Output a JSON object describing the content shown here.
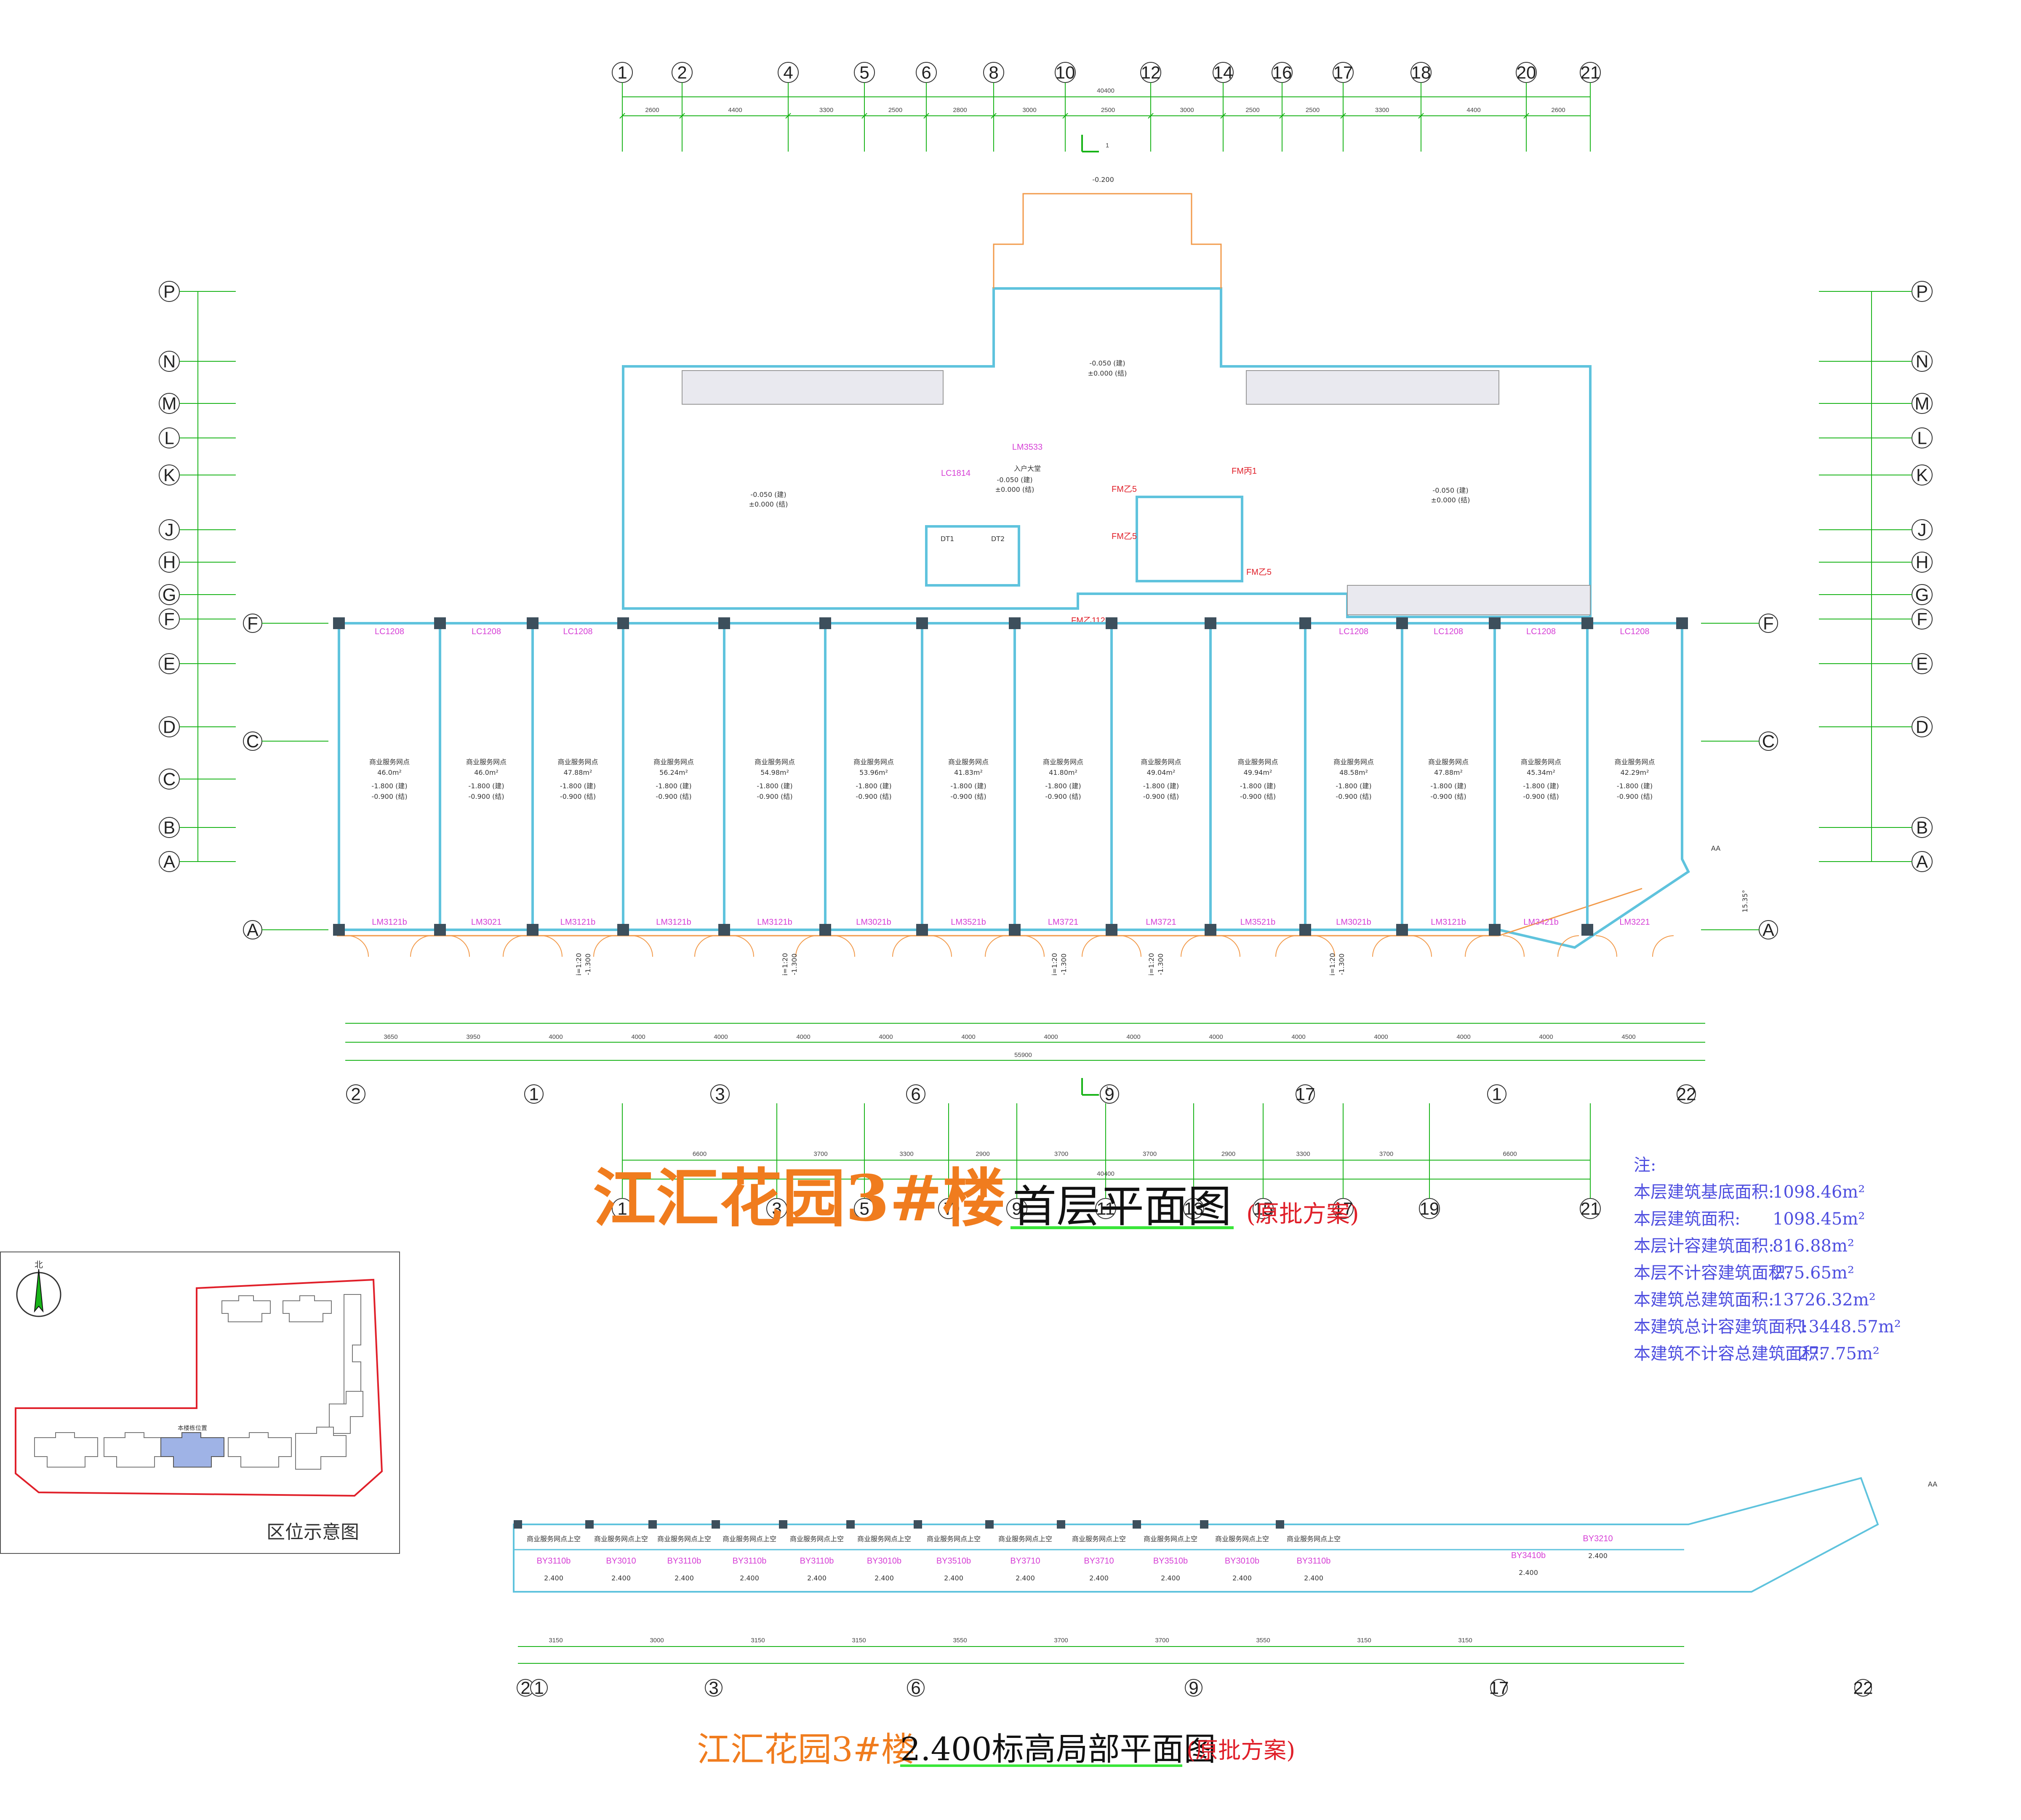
{
  "titles": {
    "main": "江汇花园3#楼",
    "main_sub": "首层平面图",
    "main_note": "(原批方案)",
    "second": "江汇花园3#楼",
    "second_sub": "2.400标高局部平面图",
    "second_note": "(原批方案)"
  },
  "notes": {
    "header": "注:",
    "rows": [
      {
        "label": "本层建筑基底面积:",
        "value": "1098.46m²"
      },
      {
        "label": "本层建筑面积:",
        "value": "1098.45m²"
      },
      {
        "label": "本层计容建筑面积:",
        "value": "816.88m²"
      },
      {
        "label": "本层不计容建筑面积:",
        "value": "275.65m²"
      },
      {
        "label": "本建筑总建筑面积:",
        "value": "13726.32m²"
      },
      {
        "label": "本建筑总计容建筑面积:",
        "value": "13448.57m²"
      },
      {
        "label": "本建筑不计容总建筑面积:",
        "value": "277.75m²"
      }
    ]
  },
  "inset": {
    "title": "区位示意图",
    "north": "北",
    "highlight_label": "本楼栋位置"
  },
  "axes": {
    "top_labels": [
      "1",
      "2",
      "4",
      "5",
      "6",
      "8",
      "10",
      "12",
      "14",
      "16",
      "17",
      "18",
      "20",
      "21"
    ],
    "top_total": "40400",
    "top_dims": [
      "2600",
      "4400",
      "3300",
      "2500",
      "2800",
      "3000",
      "2500",
      "3000",
      "2500",
      "2500",
      "3300",
      "4400",
      "2600"
    ],
    "bottom_labels": [
      "1",
      "3",
      "5",
      "7",
      "9",
      "11",
      "13",
      "15",
      "17",
      "19",
      "21"
    ],
    "bottom_total": "40400",
    "bottom_dims": [
      "6600",
      "3700",
      "3300",
      "2900",
      "3700",
      "3700",
      "2900",
      "3300",
      "3700",
      "6600"
    ],
    "left_labels": [
      "P",
      "N",
      "M",
      "L",
      "K",
      "J",
      "H",
      "G",
      "F",
      "E",
      "D",
      "C",
      "B",
      "A"
    ],
    "right_labels": [
      "P",
      "N",
      "M",
      "L",
      "K",
      "J",
      "H",
      "G",
      "F",
      "E",
      "D",
      "B",
      "A"
    ],
    "sub_labels": [
      "F",
      "C",
      "A"
    ],
    "lower_labels": [
      "2",
      "1",
      "3",
      "6",
      "9",
      "17",
      "1",
      "22"
    ],
    "lower_total": "55900",
    "lower_dims": [
      "3650",
      "3950",
      "4000",
      "4000",
      "4000",
      "4000",
      "4000",
      "4000",
      "4000",
      "4000",
      "4000",
      "4000",
      "4000",
      "4000",
      "4000",
      "4500"
    ],
    "lower2_labels": [
      "2",
      "1",
      "3",
      "6",
      "9",
      "17",
      "22"
    ],
    "lower2_dims": [
      "3150",
      "3000",
      "3150",
      "3150",
      "3550",
      "3700",
      "3700",
      "3550",
      "3150",
      "3150"
    ],
    "section_mark": "1",
    "aa_label": "AA",
    "angle_label": "15.35°"
  },
  "shops": [
    {
      "name": "商业服务网点",
      "area": "46.0m²",
      "lv1": "-1.800 (建)",
      "lv2": "-0.900 (结)",
      "win": "LC1208",
      "door": "LM3121b"
    },
    {
      "name": "商业服务网点",
      "area": "46.0m²",
      "lv1": "-1.800 (建)",
      "lv2": "-0.900 (结)",
      "win": "LC1208",
      "door": "LM3021"
    },
    {
      "name": "商业服务网点",
      "area": "47.88m²",
      "lv1": "-1.800 (建)",
      "lv2": "-0.900 (结)",
      "win": "LC1208",
      "door": "LM3121b"
    },
    {
      "name": "商业服务网点",
      "area": "56.24m²",
      "lv1": "-1.800 (建)",
      "lv2": "-0.900 (结)",
      "win": "",
      "door": "LM3121b"
    },
    {
      "name": "商业服务网点",
      "area": "54.98m²",
      "lv1": "-1.800 (建)",
      "lv2": "-0.900 (结)",
      "win": "",
      "door": "LM3121b"
    },
    {
      "name": "商业服务网点",
      "area": "53.96m²",
      "lv1": "-1.800 (建)",
      "lv2": "-0.900 (结)",
      "win": "",
      "door": "LM3021b"
    },
    {
      "name": "商业服务网点",
      "area": "41.83m²",
      "lv1": "-1.800 (建)",
      "lv2": "-0.900 (结)",
      "win": "",
      "door": "LM3521b"
    },
    {
      "name": "商业服务网点",
      "area": "41.80m²",
      "lv1": "-1.800 (建)",
      "lv2": "-0.900 (结)",
      "win": "",
      "door": "LM3721"
    },
    {
      "name": "商业服务网点",
      "area": "49.04m²",
      "lv1": "-1.800 (建)",
      "lv2": "-0.900 (结)",
      "win": "",
      "door": "LM3721"
    },
    {
      "name": "商业服务网点",
      "area": "49.94m²",
      "lv1": "-1.800 (建)",
      "lv2": "-0.900 (结)",
      "win": "",
      "door": "LM3521b"
    },
    {
      "name": "商业服务网点",
      "area": "48.58m²",
      "lv1": "-1.800 (建)",
      "lv2": "-0.900 (结)",
      "win": "LC1208",
      "door": "LM3021b"
    },
    {
      "name": "商业服务网点",
      "area": "47.88m²",
      "lv1": "-1.800 (建)",
      "lv2": "-0.900 (结)",
      "win": "LC1208",
      "door": "LM3121b"
    },
    {
      "name": "商业服务网点",
      "area": "45.34m²",
      "lv1": "-1.800 (建)",
      "lv2": "-0.900 (结)",
      "win": "LC1208",
      "door": "LM3421b"
    },
    {
      "name": "商业服务网点",
      "area": "42.29m²",
      "lv1": "-1.800 (建)",
      "lv2": "-0.900 (结)",
      "win": "LC1208",
      "door": "LM3221"
    }
  ],
  "core": {
    "lobby": "入户大堂",
    "lobby_lv1": "-0.050 (建)",
    "lobby_lv2": "±0.000 (结)",
    "door1": "LM3533",
    "win1": "LC1814",
    "fm1": "FM乙5",
    "fm2": "FM乙5",
    "fm3": "FM乙5",
    "fm4": "FM丙1",
    "fm5": "FM乙1121",
    "lift1": "DT1",
    "lift2": "DT2",
    "top_lv": "-0.200",
    "garden_lv1": "-0.050 (建)",
    "garden_lv2": "±0.000 (结)"
  },
  "units": [
    {
      "lv1": "-0.050 (建)",
      "lv2": "±0.000 (结)"
    },
    {
      "lv1": "-0.050 (建)",
      "lv2": "±0.000 (结)"
    }
  ],
  "entry_levels": [
    "-1.300",
    "-1.300",
    "-1.300",
    "-1.300",
    "-1.300"
  ],
  "entry_slope": "i=1:20",
  "canopy_labels": [
    "BY3110b",
    "BY3010",
    "BY3110b",
    "BY3110b",
    "BY3110b",
    "BY3010b",
    "BY3510b",
    "BY3710",
    "BY3710",
    "BY3510b",
    "BY3010b",
    "BY3110b",
    "BY3410b",
    "BY3210"
  ],
  "canopy_levels": [
    "2.400",
    "2.400",
    "2.400",
    "2.400",
    "2.400",
    "2.400",
    "2.400",
    "2.400",
    "2.400",
    "2.400",
    "2.400",
    "2.400",
    "2.400",
    "2.400"
  ],
  "canopy_room": "商业服务网点上空",
  "colors": {
    "grid": "#17b317",
    "wall": "#5fc3dd",
    "column": "#3d4f5c",
    "door": "#f29a4a",
    "magenta": "#d63fd6",
    "title_orange": "#f07c1e",
    "note_blue": "#4f4fe0",
    "inset_red": "#e0202a",
    "inset_highlight": "#9fb3e6"
  }
}
